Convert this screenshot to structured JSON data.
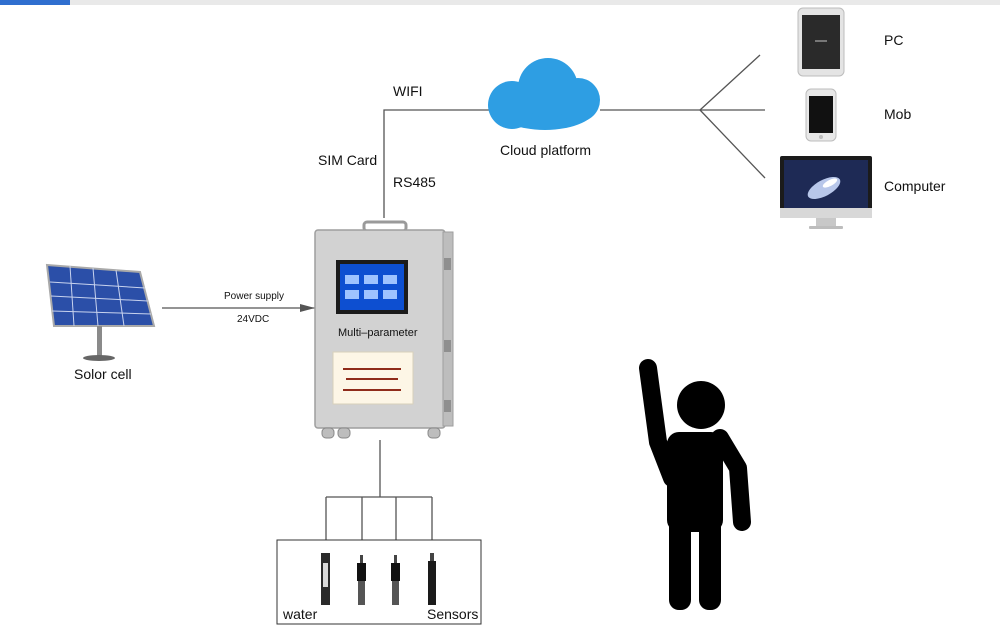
{
  "labels": {
    "wifi": "WIFI",
    "sim_card": "SIM Card",
    "rs485": "RS485",
    "cloud_platform": "Cloud platform",
    "pc": "PC",
    "mob": "Mob",
    "computer": "Computer",
    "power_supply": "Power supply",
    "voltage": "24VDC",
    "solar_cell": "Solor cell",
    "device_name": "Multi–parameter",
    "water": "water",
    "sensors": "Sensors"
  },
  "colors": {
    "cloud": "#2e9ee3",
    "line": "#555555",
    "cabinet": "#cfcfcf",
    "screen": "#0d4fd1",
    "solar_panel": "#2b4fa8",
    "person": "#000000"
  },
  "icons": [
    "cloud-icon",
    "tablet-icon",
    "smartphone-icon",
    "monitor-icon",
    "solar-panel-icon",
    "person-icon",
    "sensor-probe-icon"
  ]
}
